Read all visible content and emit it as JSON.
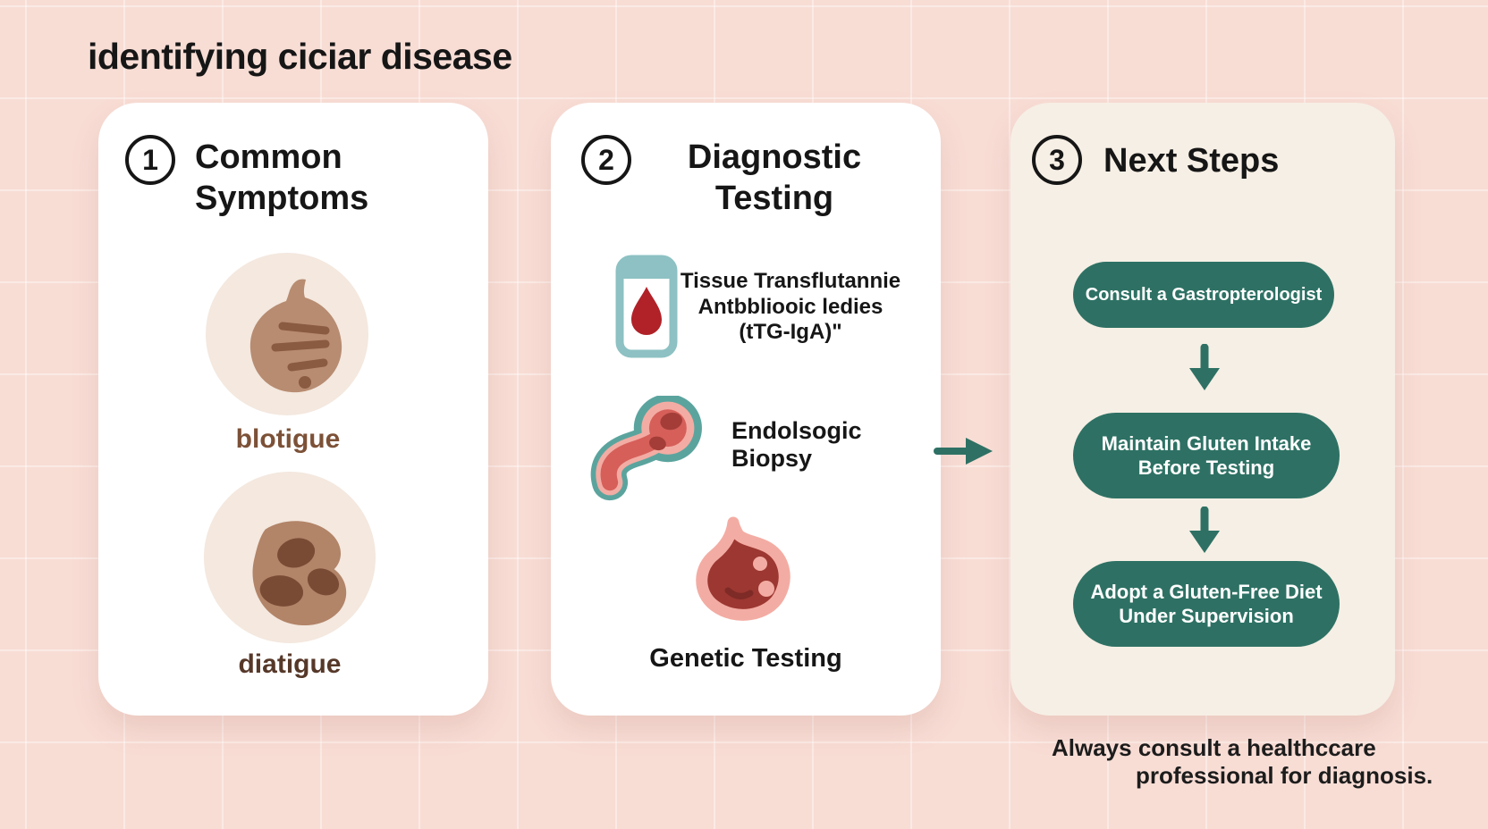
{
  "title": "identifying ciciar disease",
  "panels": {
    "symptoms": {
      "number": "1",
      "heading_lines": [
        "Common",
        "Symptoms"
      ],
      "items": [
        {
          "icon": "bloated-stomach-icon",
          "label": "blotigue"
        },
        {
          "icon": "abdominal-spots-icon",
          "label": "diatigue"
        }
      ]
    },
    "testing": {
      "number": "2",
      "heading_lines": [
        "Diagnostic",
        "Testing"
      ],
      "tests": [
        {
          "icon": "blood-test-tube-icon",
          "lines": [
            "Tissue Transflutannie",
            "Antbbliooic ledies",
            "(tTG-IgA)\""
          ]
        },
        {
          "icon": "endoscopy-stomach-icon",
          "lines": [
            "Endolsogic",
            "Biopsy"
          ]
        },
        {
          "icon": "stomach-icon",
          "lines": [
            "Genetic Testing"
          ]
        }
      ]
    },
    "next_steps": {
      "number": "3",
      "heading": "Next Steps",
      "steps": [
        {
          "lines": [
            "Consult a Gastropterologist"
          ]
        },
        {
          "lines": [
            "Maintain Gluten Intake",
            "Before Testing"
          ]
        },
        {
          "lines": [
            "Adopt a Gluten-Free Diet",
            "Under Supervision"
          ]
        }
      ]
    }
  },
  "footer_lines": [
    "Always consult a healthccare",
    "professional for diagnosis."
  ],
  "colors": {
    "background": "#f8ddd5",
    "card": "#ffffff",
    "panel3_bg": "#f6efe5",
    "heading": "#161616",
    "teal": "#2e7164",
    "pill_text": "#ffffff",
    "label_brown": "#7c5137",
    "label_dark_brown": "#563829",
    "blob_bg": "#f4e8df",
    "blob_brown": "#b78c71",
    "blob_dark": "#8a5a41",
    "blob2_brown": "#b28468",
    "blob2_dark": "#7a4b34",
    "tube_teal": "#8dc1c3",
    "blood_red": "#b02228",
    "stomach_teal": "#5ba49e",
    "stomach_pink": "#f3aca3",
    "stomach_red": "#d65f5a",
    "stomach_spot": "#a43d37",
    "stomach_dark_red": "#9c3731",
    "stomach_spot_dark": "#7e2a26"
  }
}
